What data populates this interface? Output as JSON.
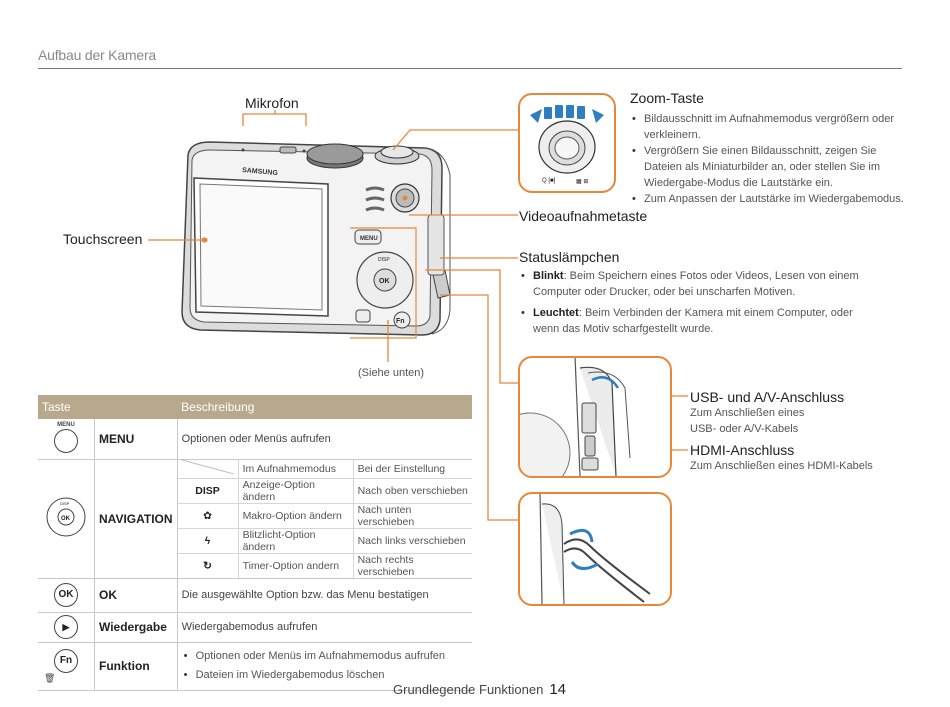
{
  "header": {
    "title": "Aufbau der Kamera"
  },
  "callouts": {
    "mikrofon": "Mikrofon",
    "touchscreen": "Touchscreen",
    "siehe_unten": "(Siehe unten)",
    "zoom_title": "Zoom-Taste",
    "zoom_bullets": [
      "Bildausschnitt im Aufnahmemodus vergrößern oder verkleinern.",
      "Vergrößern Sie einen Bildausschnitt, zeigen Sie Dateien als Miniaturbilder an, oder stellen Sie im Wiedergabe-Modus die Lautstärke ein.",
      "Zum Anpassen der Lautstärke im Wiedergabemodus."
    ],
    "video": "Videoaufnahmetaste",
    "status_title": "Statuslämpchen",
    "status_bullets": [
      {
        "term": "Blinkt",
        "text": ": Beim Speichern eines Fotos oder Videos, Lesen von einem Computer oder Drucker, oder bei unscharfen Motiven."
      },
      {
        "term": "Leuchtet",
        "text": ": Beim Verbinden der Kamera mit einem Computer, oder wenn das Motiv scharfgestellt wurde."
      }
    ],
    "usb_title": "USB- und A/V-Anschluss",
    "usb_desc1": "Zum Anschließen eines",
    "usb_desc2": "USB- oder A/V-Kabels",
    "hdmi_title": "HDMI-Anschluss",
    "hdmi_desc": "Zum Anschließen eines HDMI-Kabels"
  },
  "camera": {
    "brand": "SAMSUNG",
    "menu": "MENU",
    "ok": "OK",
    "disp": "DISP",
    "fn": "Fn"
  },
  "zoom_inset": {
    "left": "Q [■]",
    "right": "▦ ⊞"
  },
  "table": {
    "headers": [
      "Taste",
      "Beschreibung"
    ],
    "rows": [
      {
        "icon_label": "MENU",
        "key": "MENU",
        "desc": "Optionen oder Menüs aufrufen"
      },
      {
        "key": "NAVIGATION",
        "sub_headers": [
          "Im Aufnahmemodus",
          "Bei der Einstellung"
        ],
        "sub_rows": [
          {
            "icon": "DISP",
            "a": "Anzeige-Option ändern",
            "b": "Nach oben verschieben"
          },
          {
            "icon": "✿",
            "a": "Makro-Option ändern",
            "b": "Nach unten verschieben"
          },
          {
            "icon": "ϟ",
            "a": "Blitzlicht-Option ändern",
            "b": "Nach links verschieben"
          },
          {
            "icon": "↻",
            "a": "Timer-Option andern",
            "b": "Nach rechts verschieben"
          }
        ]
      },
      {
        "icon_label": "OK",
        "key": "OK",
        "desc": "Die ausgewählte Option bzw. das Menu bestatigen"
      },
      {
        "icon_label": "▶",
        "key": "Wiedergabe",
        "desc": "Wiedergabemodus aufrufen"
      },
      {
        "icon_label": "Fn",
        "key": "Funktion",
        "bullets": [
          "Optionen oder Menüs im Aufnahmemodus aufrufen",
          "Dateien im Wiedergabemodus löschen"
        ]
      }
    ]
  },
  "footer": {
    "section": "Grundlegende Funktionen",
    "page": "14"
  },
  "colors": {
    "accent": "#e8873a",
    "table_header": "#b8a98d",
    "zoom_blue": "#2f7fc0"
  }
}
